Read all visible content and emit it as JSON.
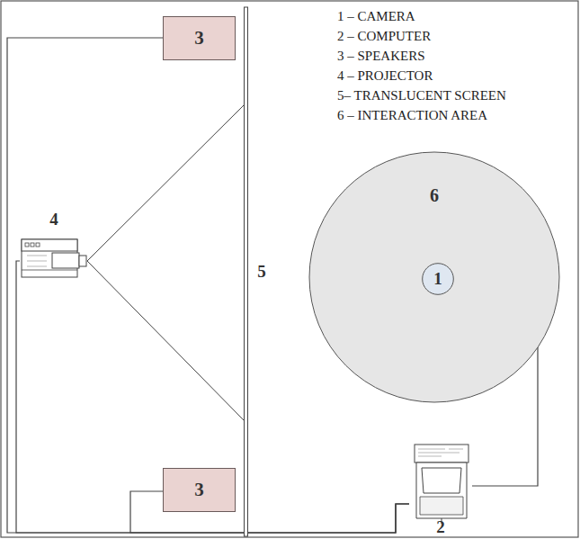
{
  "diagram": {
    "nodes": [
      {
        "text": [
          "3"
        ]
      },
      {
        "text": [
          "6"
        ]
      },
      {
        "text": [
          "1"
        ],
        "in": 1
      },
      {
        "text": [
          "4"
        ]
      },
      {
        "text": [
          "5"
        ]
      },
      {
        "text": [
          "3"
        ]
      },
      {
        "text": [
          "2"
        ]
      }
    ],
    "edges": [
      {
        "from": 2,
        "to": 6,
        "arrow": "none"
      },
      {
        "from": 6,
        "to": 5,
        "arrow": "none"
      },
      {
        "from": 6,
        "to": 3,
        "arrow": "none"
      },
      {
        "from": 6,
        "to": 0,
        "arrow": "none"
      }
    ],
    "labels": [
      "1 – CAMERA",
      "2 – COMPUTER",
      "3 – SPEAKERS",
      "4 – PROJECTOR",
      "5– TRANSLUCENT SCREEN",
      "6 – INTERACTION AREA"
    ]
  }
}
